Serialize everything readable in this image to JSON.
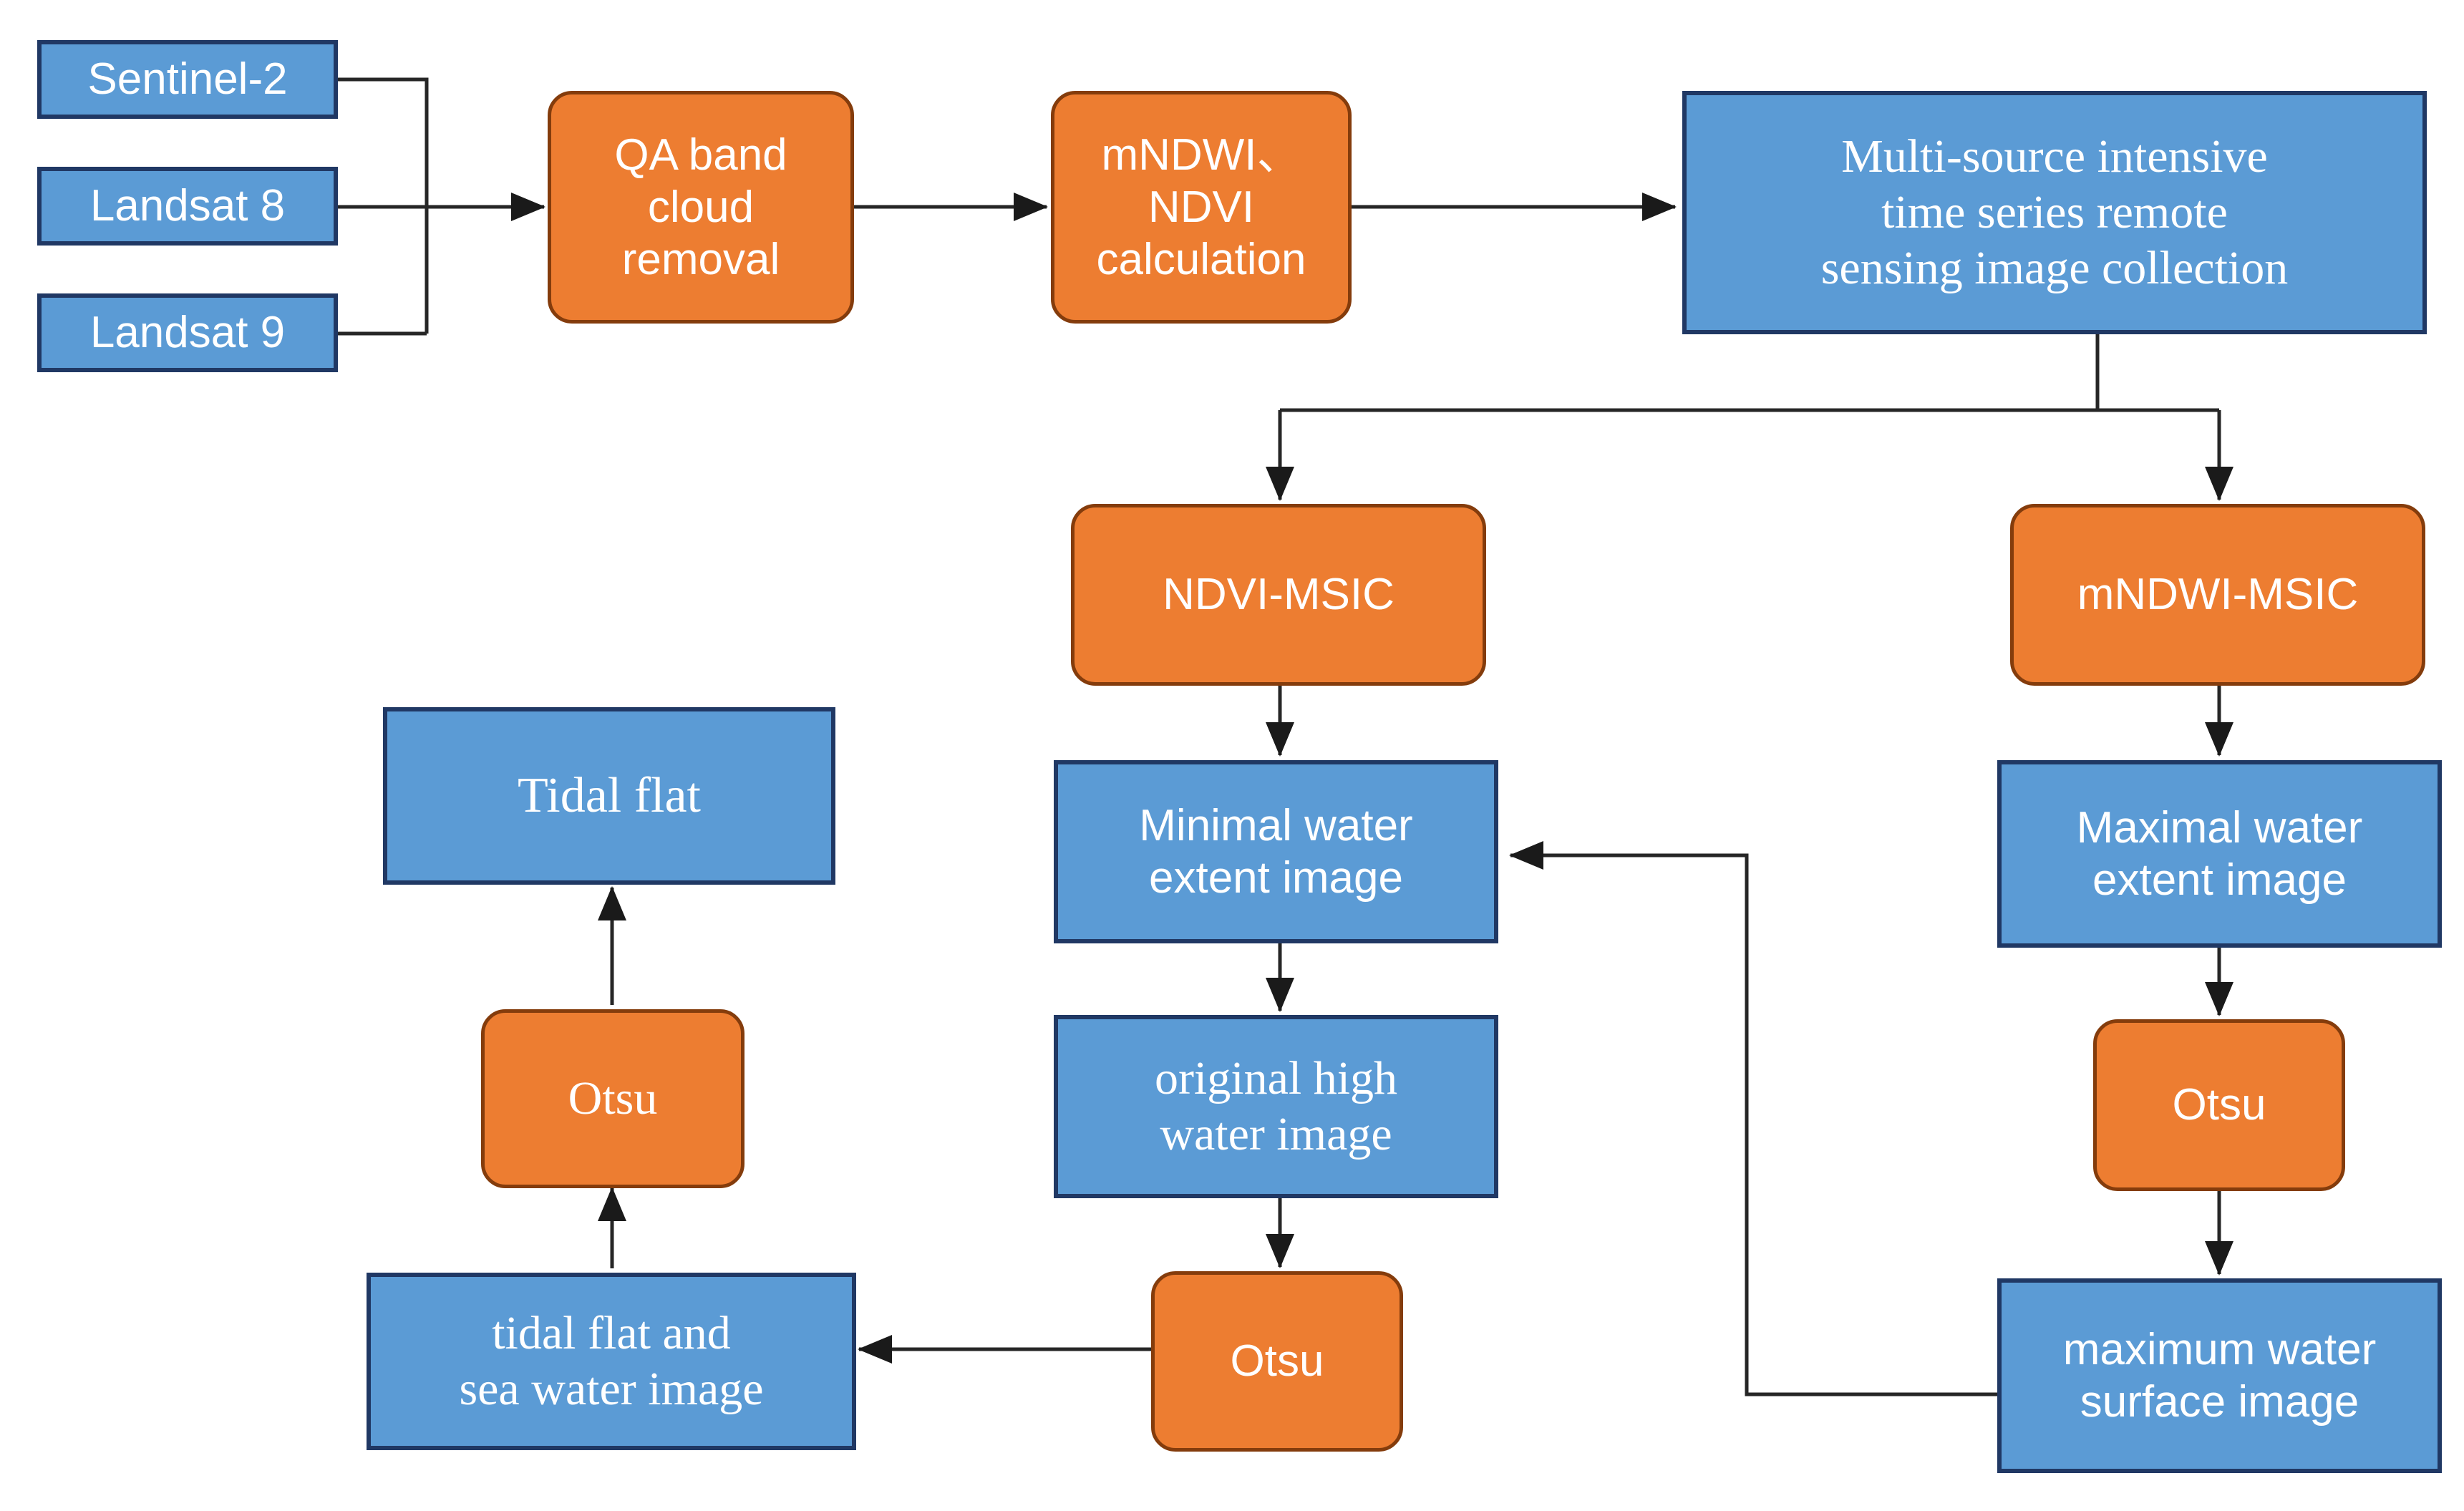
{
  "diagram": {
    "title": "Tidal flat extraction workflow",
    "colors": {
      "blue_fill": "#5B9BD5",
      "blue_border": "#203864",
      "orange_fill": "#ED7D31",
      "orange_border": "#843C0C",
      "edge": "#262626",
      "background": "#FFFFFF",
      "text": "#FFFFFF"
    },
    "nodes": {
      "sentinel2": "Sentinel-2",
      "landsat8": "Landsat 8",
      "landsat9": "Landsat 9",
      "qa_band_cloud_removal": "QA band\ncloud\nremoval",
      "mndwi_ndvi_calculation": "mNDWI、NDVI\ncalculation",
      "multi_source_collection": "Multi-source intensive\ntime series remote\nsensing image collection",
      "ndvi_msic": "NDVI-MSIC",
      "mndwi_msic": "mNDWI-MSIC",
      "minimal_water_extent_image": "Minimal water\nextent image",
      "maximal_water_extent_image": "Maximal water\nextent image",
      "original_high_water_image": "original high\nwater image",
      "otsu_center": "Otsu",
      "otsu_right": "Otsu",
      "otsu_left": "Otsu",
      "maximum_water_surface_image": "maximum water\nsurface image",
      "tidal_flat_and_sea_water_image": "tidal flat and\nsea water image",
      "tidal_flat": "Tidal flat"
    }
  }
}
